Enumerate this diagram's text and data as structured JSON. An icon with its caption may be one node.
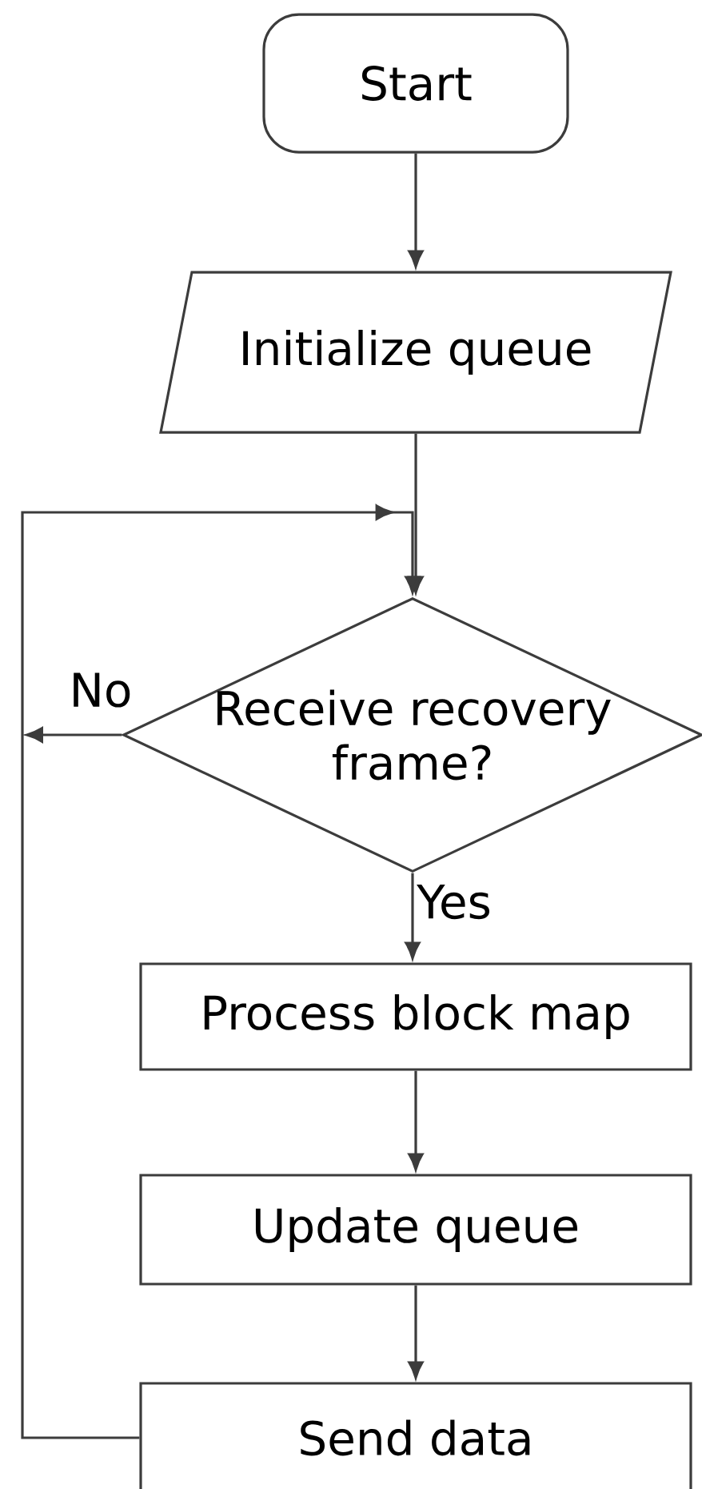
{
  "diagram": {
    "nodes": [
      {
        "text": [
          "Start"
        ]
      },
      {
        "text": [
          "Initialize queue"
        ]
      },
      {
        "text": [
          "Receive recovery frame?"
        ]
      },
      {
        "text": [
          "Process block map"
        ]
      },
      {
        "text": [
          "Update queue"
        ]
      },
      {
        "text": [
          "Send data"
        ]
      }
    ],
    "edges": [
      {
        "from": 0,
        "to": 1,
        "arrow": "to"
      },
      {
        "from": 1,
        "to": 2,
        "arrow": "to"
      },
      {
        "from": 2,
        "to": 3,
        "arrow": "to",
        "label": "Yes"
      },
      {
        "from": 3,
        "to": 4,
        "arrow": "to"
      },
      {
        "from": 4,
        "to": 5,
        "arrow": "to"
      },
      {
        "from": 5,
        "to": 2,
        "arrow": "to"
      },
      {
        "from": 2,
        "to": null,
        "arrow": "to",
        "label": "No"
      }
    ]
  }
}
